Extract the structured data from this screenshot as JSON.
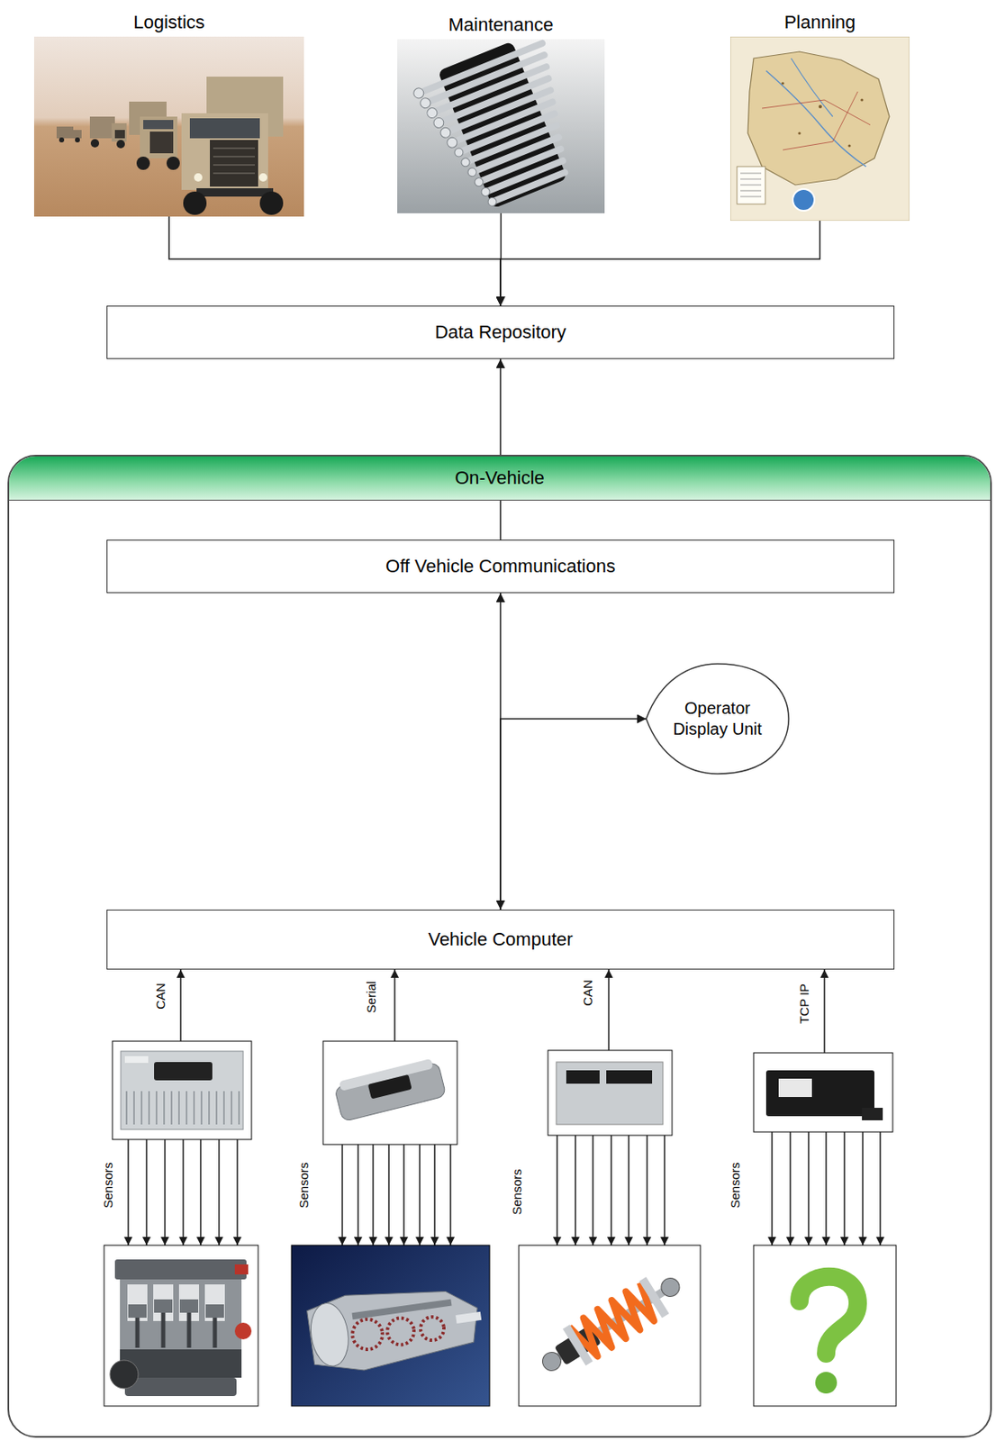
{
  "diagram": {
    "nodes": [
      {
        "text": [
          "Logistics"
        ]
      },
      {
        "text": [
          "Maintenance"
        ]
      },
      {
        "text": [
          "Planning"
        ]
      },
      {
        "text": [
          "Data Repository"
        ]
      },
      {
        "text": [
          "On-Vehicle"
        ]
      },
      {
        "text": [
          "Off Vehicle Communications"
        ],
        "in": 4
      },
      {
        "text": [
          "Operator Display Unit"
        ],
        "in": 4
      },
      {
        "text": [
          "Vehicle Computer"
        ],
        "in": 4
      }
    ],
    "edges": [
      {
        "from": 0,
        "to": 3,
        "arrow": "to"
      },
      {
        "from": 1,
        "to": 3,
        "arrow": "to"
      },
      {
        "from": 2,
        "to": 3,
        "arrow": "to"
      },
      {
        "from": 5,
        "to": 3,
        "arrow": "to"
      },
      {
        "from": 7,
        "to": 5,
        "arrow": "both"
      },
      {
        "from": 7,
        "to": 6,
        "arrow": "to"
      }
    ],
    "labels": [
      "CAN",
      "Serial",
      "CAN",
      "TCP IP",
      "Sensors",
      "Sensors",
      "Sensors",
      "Sensors"
    ]
  }
}
